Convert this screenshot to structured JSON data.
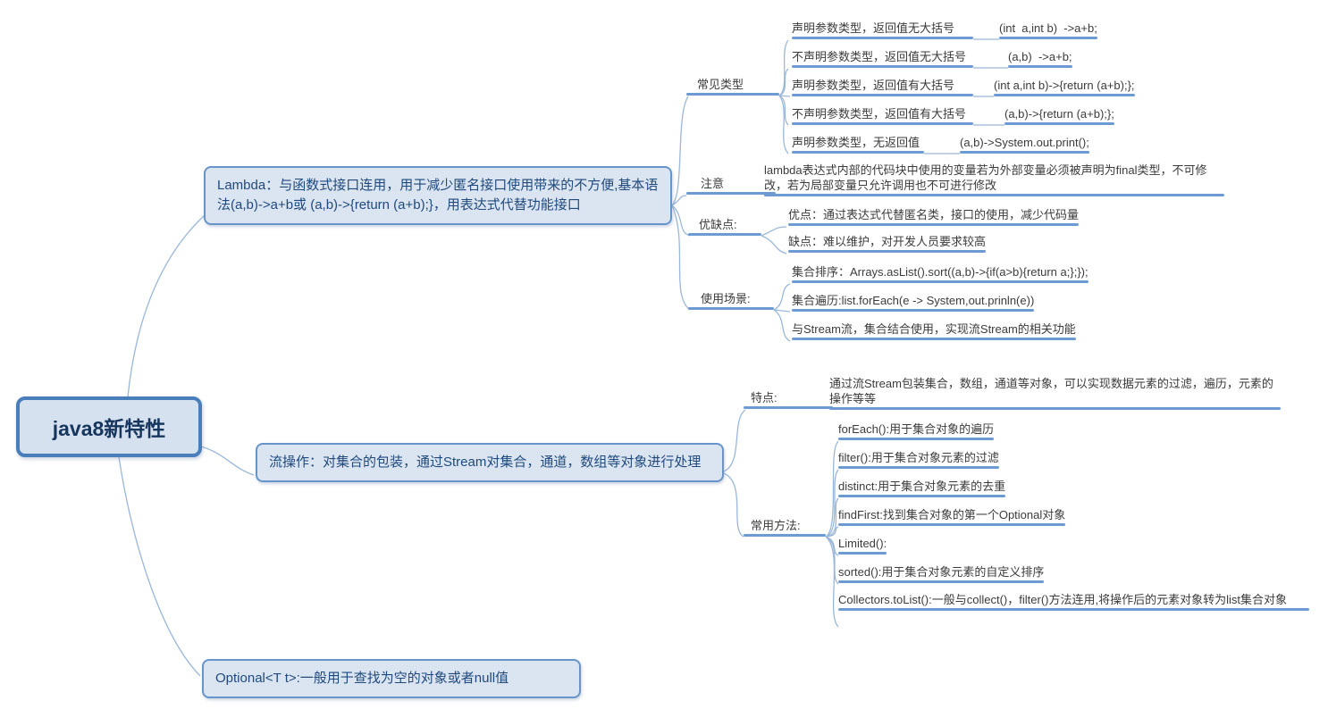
{
  "root": {
    "label": "java8新特性"
  },
  "branches": {
    "lambda": {
      "title": "Lambda：与函数式接口连用，用于减少匿名接口使用带来的不方便,基本语法(a,b)->a+b或 (a,b)->{return (a+b);}，用表达式代替功能接口",
      "common_types": {
        "label": "常见类型",
        "items": [
          {
            "desc": "声明参数类型，返回值无大括号",
            "code": "(int  a,int b)  ->a+b;"
          },
          {
            "desc": "不声明参数类型，返回值无大括号",
            "code": "(a,b)  ->a+b;"
          },
          {
            "desc": "声明参数类型，返回值有大括号",
            "code": "(int a,int b)->{return (a+b);};"
          },
          {
            "desc": "不声明参数类型，返回值有大括号",
            "code": "(a,b)->{return (a+b);};"
          },
          {
            "desc": "声明参数类型，无返回值",
            "code": "(a,b)->System.out.print();"
          }
        ]
      },
      "note": {
        "label": "注意",
        "text": "lambda表达式内部的代码块中使用的变量若为外部变量必须被声明为final类型，不可修改，若为局部变量只允许调用也不可进行修改"
      },
      "pros_cons": {
        "label": "优缺点:",
        "items": [
          "优点：通过表达式代替匿名类，接口的使用，减少代码量",
          "缺点：难以维护，对开发人员要求较高"
        ]
      },
      "use_cases": {
        "label": "使用场景:",
        "items": [
          "集合排序：Arrays.asList().sort((a,b)->{if(a>b){return a;};});",
          "集合遍历:list.forEach(e -> System,out.prinln(e))",
          "与Stream流，集合结合使用，实现流Stream的相关功能"
        ]
      }
    },
    "stream": {
      "title": "流操作：对集合的包装，通过Stream对集合，通道，数组等对象进行处理",
      "features": {
        "label": "特点:",
        "text": "通过流Stream包装集合，数组，通道等对象，可以实现数据元素的过滤，遍历，元素的操作等等"
      },
      "methods": {
        "label": "常用方法:",
        "items": [
          "forEach():用于集合对象的遍历",
          "filter():用于集合对象元素的过滤",
          "distinct:用于集合对象元素的去重",
          "findFirst:找到集合对象的第一个Optional对象",
          "Limited():",
          "sorted():用于集合对象元素的自定义排序",
          "Collectors.toList():一般与collect()，filter()方法连用,将操作后的元素对象转为list集合对象"
        ]
      }
    },
    "optional": {
      "title": "Optional<T t>:一般用于查找为空的对象或者null值"
    }
  },
  "colors": {
    "box_fill": "#dbe5f1",
    "box_border": "#4a7ebb",
    "box_text": "#1f497d",
    "underline": "#6b9bd2",
    "connector": "#9ab7da"
  }
}
